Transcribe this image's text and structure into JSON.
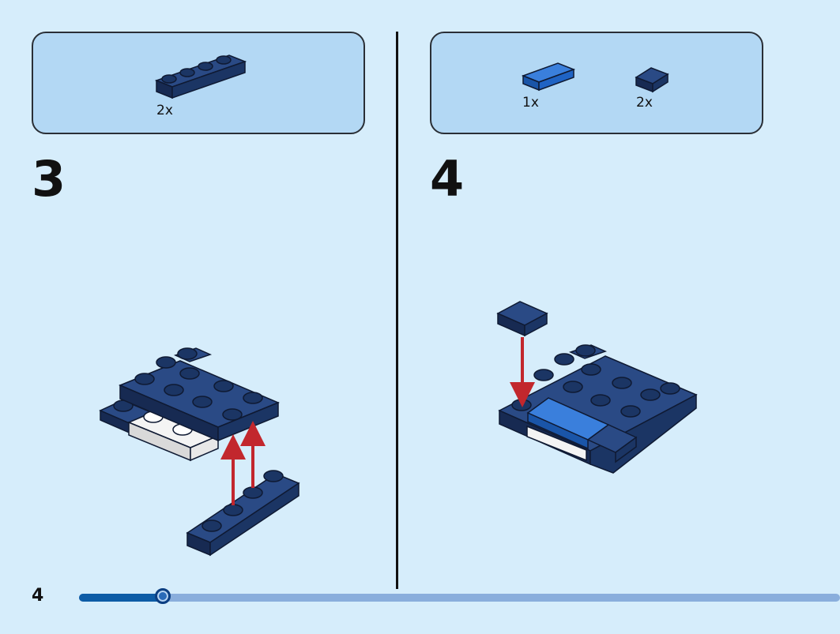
{
  "steps": [
    {
      "number": "3",
      "parts": [
        {
          "quantity": "2x",
          "part": "plate-1x4-dark-blue",
          "color": "#1b3564"
        }
      ]
    },
    {
      "number": "4",
      "parts": [
        {
          "quantity": "1x",
          "part": "tile-1x2-bright-blue",
          "color": "#1f63c4"
        },
        {
          "quantity": "2x",
          "part": "tile-1x1-dark-blue",
          "color": "#1b3564"
        }
      ]
    }
  ],
  "footer": {
    "page_number": "4",
    "progress": 0.11
  },
  "colors": {
    "background": "#d6edfb",
    "parts_box": "#b3d8f4",
    "brick_dark_blue": "#1b3564",
    "brick_bright_blue": "#1f63c4",
    "arrow_red": "#c2272d",
    "progress_fill": "#0d5ca6",
    "progress_track": "#8aaedc"
  }
}
